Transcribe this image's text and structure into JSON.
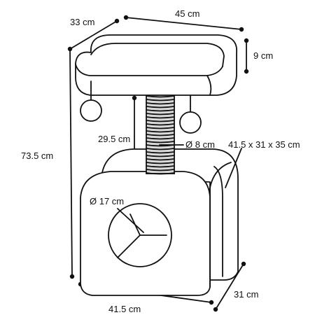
{
  "diagram": {
    "colors": {
      "line": "#111111",
      "fill": "#ffffff",
      "rope": "#d9d9d9"
    },
    "labels": {
      "depth_top": "33 cm",
      "width_top": "45 cm",
      "platform_height": "9 cm",
      "total_height": "73.5 cm",
      "post_height": "29.5 cm",
      "post_diameter": "Ø 8 cm",
      "house_dimensions": "41.5 x 31 x 35 cm",
      "hole_diameter": "Ø 17 cm",
      "base_width": "41.5 cm",
      "base_depth": "31 cm"
    }
  }
}
